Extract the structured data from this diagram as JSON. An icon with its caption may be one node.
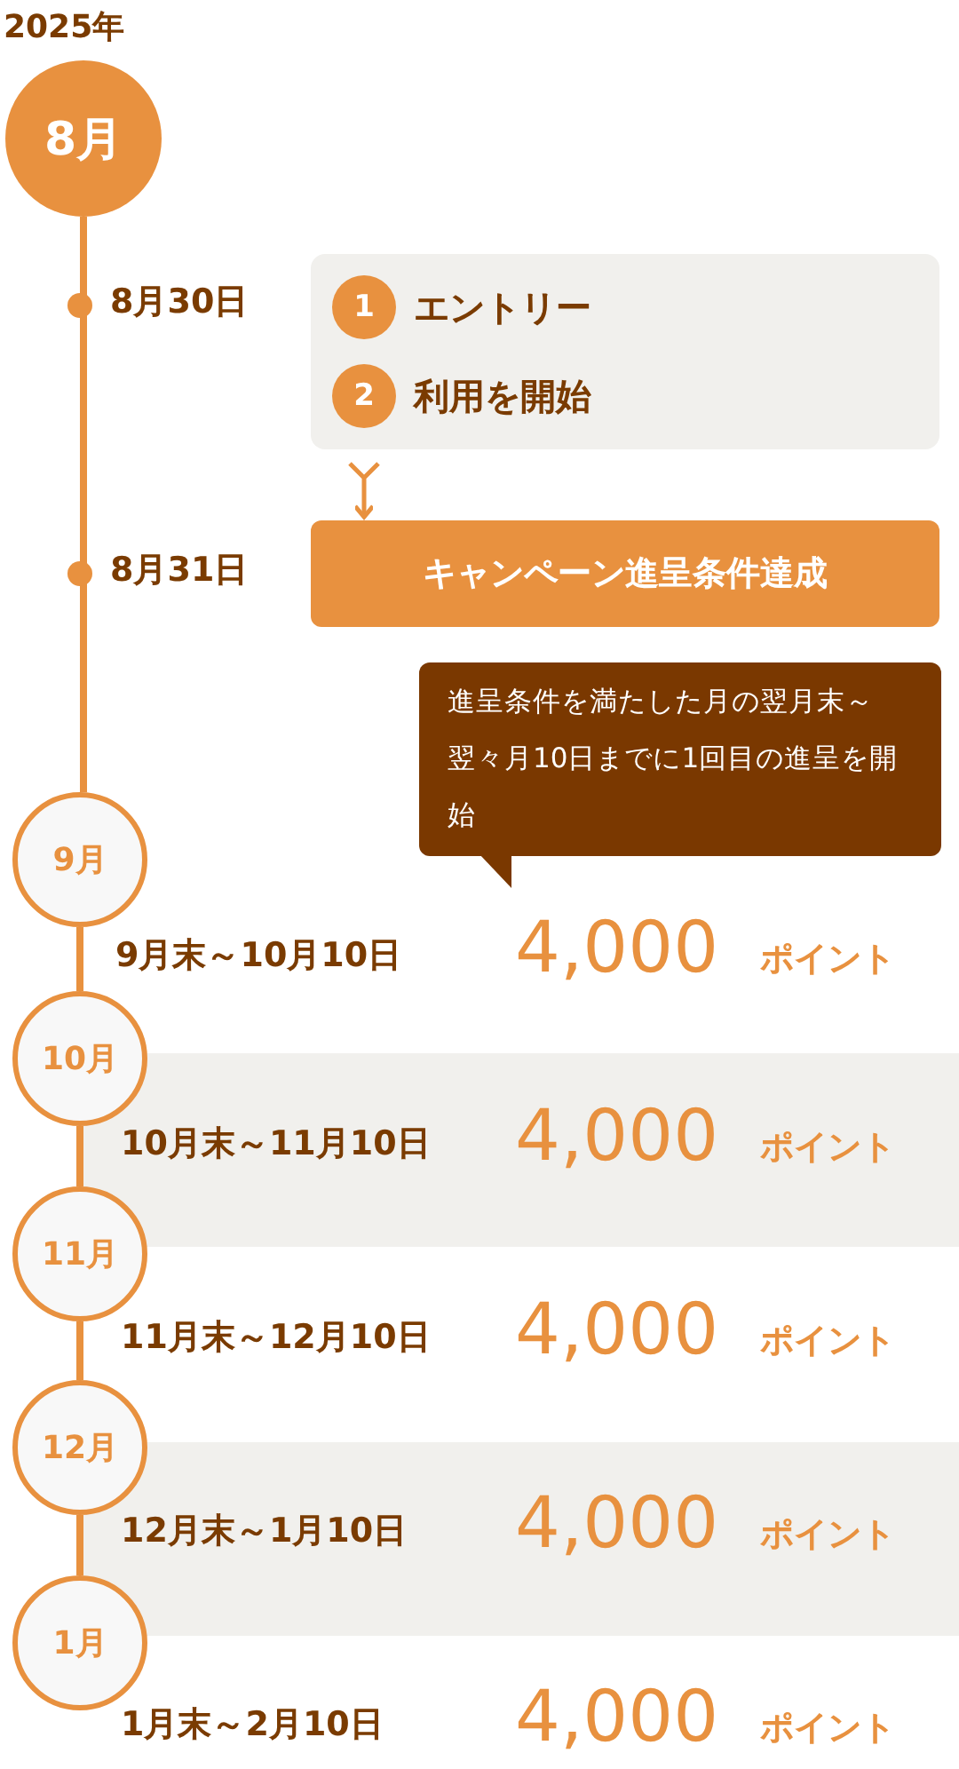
{
  "diagram": {
    "nodes": [
      {
        "text": [
          "8月"
        ]
      },
      {
        "text": [
          "9月"
        ]
      },
      {
        "text": [
          "10月"
        ]
      },
      {
        "text": [
          "11月"
        ]
      },
      {
        "text": [
          "12月"
        ]
      },
      {
        "text": [
          "1月"
        ]
      },
      {
        "text": [
          "エントリー",
          "利用を開始"
        ]
      },
      {
        "text": [
          "1"
        ],
        "in": 6
      },
      {
        "text": [
          "2"
        ],
        "in": 6
      },
      {
        "text": [
          "キャンペーン進呈条件達成"
        ]
      },
      {
        "text": [
          "進呈条件を満たした月の翌月末～翌々月10日までに1回目の進呈を開始"
        ]
      }
    ],
    "edges": [
      {
        "from": 0,
        "to": 1,
        "arrow": "none"
      },
      {
        "from": 1,
        "to": 2,
        "arrow": "none"
      },
      {
        "from": 2,
        "to": 3,
        "arrow": "none"
      },
      {
        "from": 3,
        "to": 4,
        "arrow": "none"
      },
      {
        "from": 4,
        "to": 5,
        "arrow": "none"
      },
      {
        "from": 6,
        "to": 9,
        "arrow": "to"
      }
    ],
    "labels": [
      "2025年",
      "8月30日",
      "8月31日",
      "9月末～10月10日",
      "4,000",
      "ポイント",
      "10月末～11月10日",
      "4,000",
      "ポイント",
      "11月末～12月10日",
      "4,000",
      "ポイント",
      "12月末～1月10日",
      "4,000",
      "ポイント",
      "1月末～2月10日",
      "4,000",
      "ポイント"
    ]
  }
}
